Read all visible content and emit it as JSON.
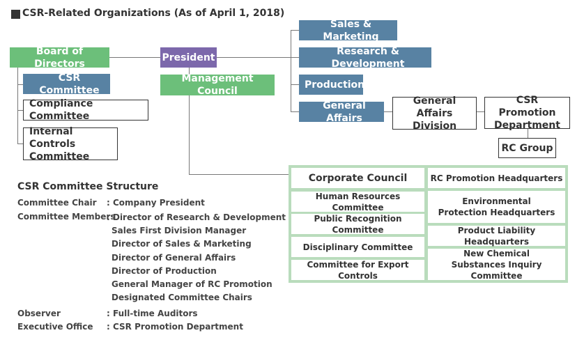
{
  "title": "CSR-Related Organizations (As of April 1, 2018)",
  "nodes": {
    "board": "Board of Directors",
    "president": "President",
    "csr_committee": "CSR Committee",
    "compliance": "Compliance Committee",
    "internal_controls": "Internal Controls Committee",
    "management_council": "Management Council",
    "sales": "Sales & Marketing",
    "rnd": "Research & Development",
    "production": "Production",
    "general_affairs": "General Affairs",
    "ga_division": "General Affairs Division",
    "csr_promo_dept": "CSR Promotion Department",
    "rc_group": "RC Group"
  },
  "corporate_council": {
    "title": "Corporate Council",
    "left": [
      "Human Resources Committee",
      "Public Recognition Committee",
      "Disciplinary Committee",
      "Committee for Export Controls"
    ],
    "right": [
      "RC Promotion Headquarters",
      "Environmental Protection Headquarters",
      "Product Liability Headquarters",
      "New Chemical Substances Inquiry Committee"
    ]
  },
  "structure": {
    "title": "CSR Committee Structure",
    "chair_label": "Committee Chair",
    "chair_value": ": Company President",
    "members_label": "Committee Members",
    "members": [
      ": Director of Research & Development",
      "Sales First Division Manager",
      "Director of Sales & Marketing",
      "Director of General Affairs",
      "Director of Production",
      "General Manager of RC Promotion",
      "Designated Committee Chairs"
    ],
    "observer_label": "Observer",
    "observer_value": ": Full-time Auditors",
    "office_label": "Executive Office",
    "office_value": ": CSR Promotion Department"
  },
  "colors": {
    "green": "#6cbf7a",
    "purple": "#7c68ab",
    "blue": "#5882a3",
    "council_bg": "#b9dcbc"
  }
}
